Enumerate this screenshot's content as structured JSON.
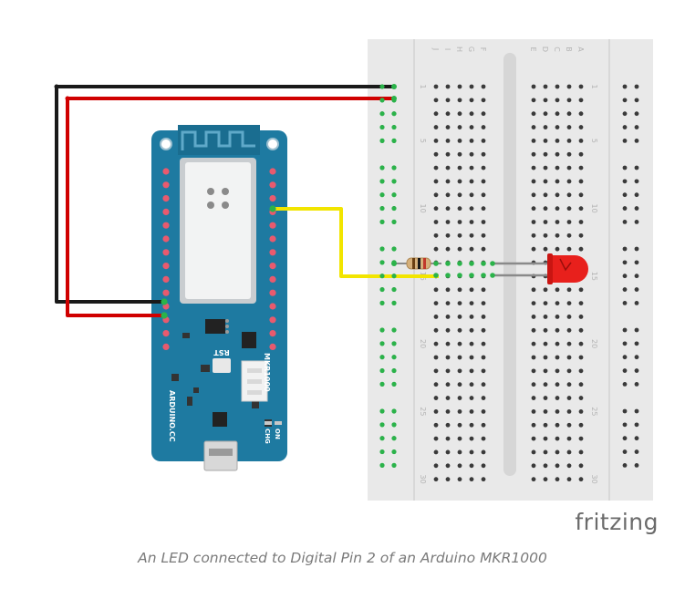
{
  "credit": "fritzing",
  "caption": "An LED connected to Digital Pin 2 of an Arduino MKR1000",
  "colors": {
    "board": "#1e7aa1",
    "breadboard": "#e9e9e9",
    "rail_divider": "#d6d6d6",
    "hole": "#3a3a3a",
    "connected_hole": "#2bb34a",
    "gnd_wire": "#1a1a1a",
    "vcc_wire": "#d00000",
    "signal_wire": "#f2e500",
    "led": "#e8201c",
    "led_leg": "#8a8a8a",
    "resistor_body": "#d6b07a"
  },
  "board": {
    "model_label": "MKR1000",
    "brand_label": "ARDUINO.CC",
    "reset_label": "RST",
    "led_label_on": "ON",
    "led_label_charge": "CHG"
  },
  "breadboard": {
    "row_letters_left": [
      "J",
      "I",
      "H",
      "G",
      "F"
    ],
    "row_letters_right": [
      "E",
      "D",
      "C",
      "B",
      "A"
    ],
    "column_numbers": [
      "1",
      "5",
      "10",
      "15",
      "20",
      "25",
      "30"
    ]
  }
}
